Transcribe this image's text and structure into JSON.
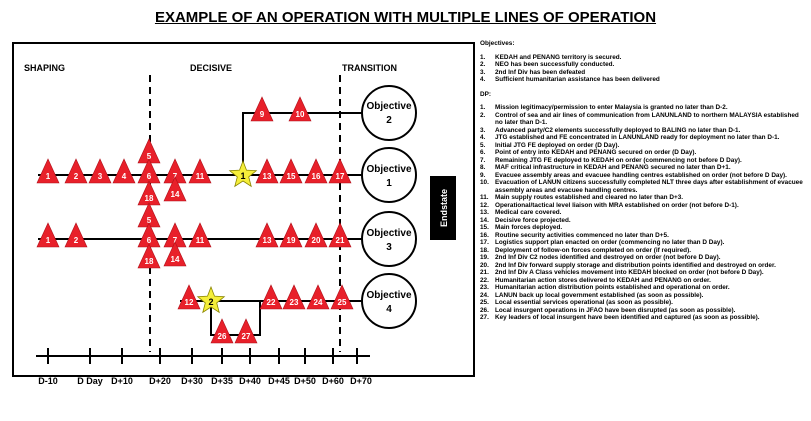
{
  "title": "EXAMPLE OF AN OPERATION WITH MULTIPLE LINES OF OPERATION",
  "phases": [
    "SHAPING",
    "DECISIVE",
    "TRANSITION"
  ],
  "endstate_label": "Endstate",
  "objectives": [
    {
      "line1": "Objective",
      "line2": "2"
    },
    {
      "line1": "Objective",
      "line2": "1"
    },
    {
      "line1": "Objective",
      "line2": "3"
    },
    {
      "line1": "Objective",
      "line2": "4"
    }
  ],
  "lines_of_operation": [
    {
      "objective": "2",
      "nodes": [
        "9",
        "10"
      ]
    },
    {
      "objective": "1",
      "nodes": [
        "1",
        "2",
        "3",
        "4",
        "5",
        "6",
        "18",
        "7",
        "14",
        "11",
        "13",
        "15",
        "16",
        "17"
      ],
      "decision_point": "1"
    },
    {
      "objective": "3",
      "nodes": [
        "1",
        "2",
        "5",
        "6",
        "18",
        "7",
        "14",
        "11",
        "13",
        "19",
        "20",
        "21"
      ]
    },
    {
      "objective": "4",
      "nodes": [
        "12",
        "26",
        "27",
        "22",
        "23",
        "24",
        "25"
      ],
      "decision_point": "2"
    }
  ],
  "timeline": [
    "D-10",
    "D Day",
    "D+10",
    "D+20",
    "D+30",
    "D+35",
    "D+40",
    "D+45",
    "D+50",
    "D+60",
    "D+70"
  ],
  "side_panel": {
    "objectives_heading": "Objectives:",
    "objectives": [
      {
        "n": "1.",
        "text": "KEDAH and PENANG territory is secured."
      },
      {
        "n": "2.",
        "text": "NEO has been successfully conducted."
      },
      {
        "n": "3.",
        "text": "2nd Inf Div has been defeated"
      },
      {
        "n": "4.",
        "text": "Sufficient humanitarian assistance has been delivered"
      }
    ],
    "dp_heading": "DP:",
    "dps": [
      {
        "n": "1.",
        "text": "Mission legitimacy/permission to enter Malaysia is granted no later than D-2."
      },
      {
        "n": "2.",
        "text": "Control of sea and air lines of communication from LANUNLAND to northern MALAYSIA established no later than D-1."
      },
      {
        "n": "3.",
        "text": "Advanced party/C2 elements successfully deployed to BALING no later than D-1."
      },
      {
        "n": "4.",
        "text": "JTG established and FE concentrated in LANUNLAND ready for deployment no later than D-1."
      },
      {
        "n": "5.",
        "text": "Initial JTG FE deployed on order (D Day)."
      },
      {
        "n": "6.",
        "text": "Point of entry into KEDAH and PENANG secured on order (D Day)."
      },
      {
        "n": "7.",
        "text": "Remaining JTG FE deployed to KEDAH on order (commencing not before D Day)."
      },
      {
        "n": "8.",
        "text": "MAF critical infrastructure in KEDAH and PENANG secured no later than D+1."
      },
      {
        "n": "9.",
        "text": "Evacuee assembly areas and evacuee handling centres established on order (not before D Day)."
      },
      {
        "n": "10.",
        "text": "Evacuation of LANUN citizens successfully completed NLT three days after establishment of evacuee assembly areas and evacuee handling centres."
      },
      {
        "n": "11.",
        "text": "Main supply routes established and cleared no later than D+3."
      },
      {
        "n": "12.",
        "text": "Operational/tactical level liaison with MRA established on order (not before D-1)."
      },
      {
        "n": "13.",
        "text": "Medical care covered."
      },
      {
        "n": "14.",
        "text": "Decisive force projected."
      },
      {
        "n": "15.",
        "text": "Main forces deployed."
      },
      {
        "n": "16.",
        "text": "Routine security activities commenced no later than D+5."
      },
      {
        "n": "17.",
        "text": "Logistics support plan enacted on order (commencing no later than D Day)."
      },
      {
        "n": "18.",
        "text": "Deployment of follow-on forces completed on order (if required)."
      },
      {
        "n": "19.",
        "text": "2nd Inf Div C2 nodes identified and destroyed on order (not before D Day)."
      },
      {
        "n": "20.",
        "text": "2nd Inf Div forward supply storage and distribution points identified and destroyed on order."
      },
      {
        "n": "21.",
        "text": "2nd Inf Div A Class vehicles movement into KEDAH blocked on order (not before D Day)."
      },
      {
        "n": "22.",
        "text": "Humanitarian action stores delivered to KEDAH and PENANG on order."
      },
      {
        "n": "23.",
        "text": "Humanitarian action distribution points established and operational on order."
      },
      {
        "n": "24.",
        "text": "LANUN back up local government established (as soon as possible)."
      },
      {
        "n": "25.",
        "text": "Local essential services operational (as soon as possible)."
      },
      {
        "n": "26.",
        "text": "Local insurgent operations in JFAO have been disrupted (as soon as possible)."
      },
      {
        "n": "27.",
        "text": "Key leaders of local insurgent have been identified and captured (as soon as possible)."
      }
    ]
  },
  "colors": {
    "triangle": "#e8202a",
    "star": "#f5ee3a",
    "line": "#000000",
    "text": "#ffffff"
  }
}
